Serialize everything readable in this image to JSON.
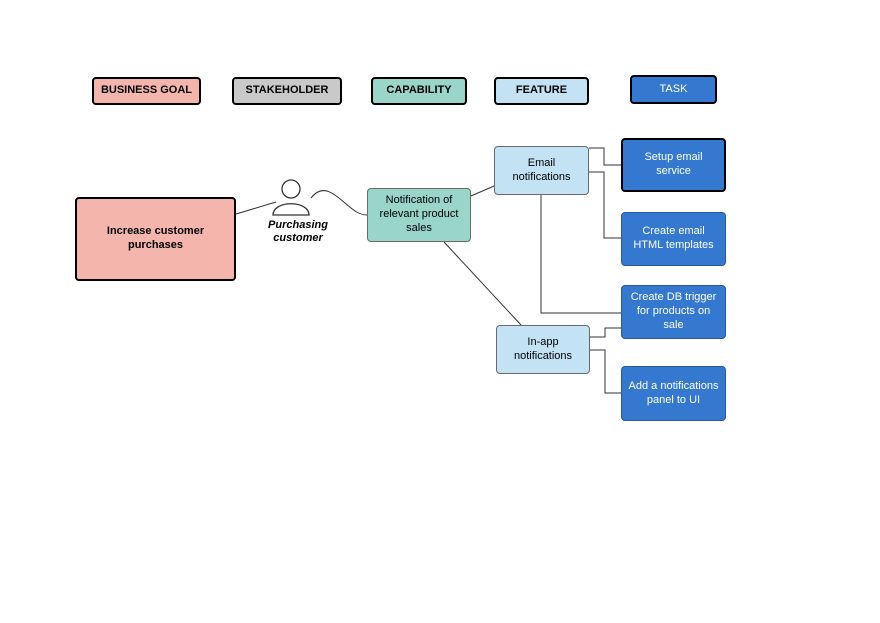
{
  "legend": {
    "business_goal": "BUSINESS GOAL",
    "stakeholder": "STAKEHOLDER",
    "capability": "CAPABILITY",
    "feature": "FEATURE",
    "task": "TASK"
  },
  "nodes": {
    "goal": "Increase customer purchases",
    "stakeholder": "Purchasing customer",
    "capability": "Notification of relevant product sales",
    "feature_email": "Email notifications",
    "feature_inapp": "In-app notifications",
    "task_setup_email": "Setup email service",
    "task_email_templates": "Create email HTML templates",
    "task_db_trigger": "Create DB trigger for products on sale",
    "task_ui_panel": "Add a notifications panel to UI"
  },
  "icons": {
    "stakeholder": "person-icon"
  },
  "colors": {
    "business_goal": "#f4b5ad",
    "stakeholder": "#c9c9c9",
    "capability": "#99d5c9",
    "feature": "#c3e2f4",
    "task": "#3578d0"
  }
}
